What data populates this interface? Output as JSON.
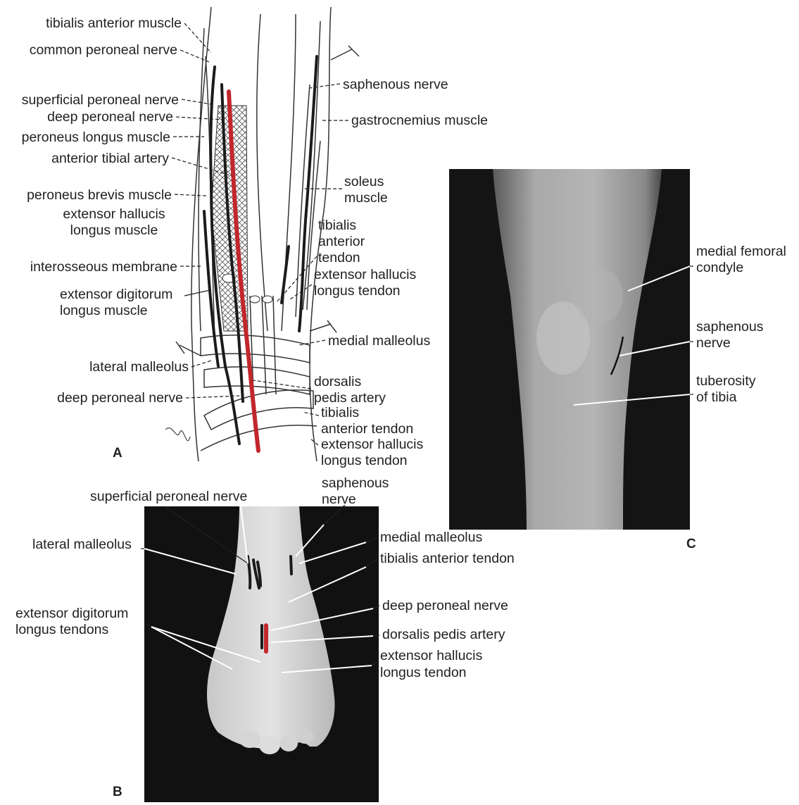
{
  "panels": {
    "a": {
      "letter": "A",
      "labels": {
        "tibialis_anterior_muscle": "tibialis anterior muscle",
        "common_peroneal_nerve": "common peroneal nerve",
        "superficial_peroneal_nerve": "superficial peroneal nerve",
        "deep_peroneal_nerve_top": "deep peroneal nerve",
        "peroneus_longus_muscle": "peroneus longus muscle",
        "anterior_tibial_artery": "anterior tibial artery",
        "peroneus_brevis_muscle": "peroneus brevis muscle",
        "extensor_hallucis_longus_muscle_1": "extensor hallucis",
        "extensor_hallucis_longus_muscle_2": "longus muscle",
        "interosseous_membrane": "interosseous membrane",
        "extensor_digitorum_longus_muscle_1": "extensor digitorum",
        "extensor_digitorum_longus_muscle_2": "longus muscle",
        "lateral_malleolus": "lateral malleolus",
        "deep_peroneal_nerve_bottom": "deep peroneal nerve",
        "saphenous_nerve": "saphenous nerve",
        "gastrocnemius_muscle": "gastrocnemius muscle",
        "soleus_1": "soleus",
        "soleus_2": "muscle",
        "tibialis_anterior_tendon_1": "tibialis",
        "tibialis_anterior_tendon_2": "anterior",
        "tibialis_anterior_tendon_3": "tendon",
        "extensor_hallucis_longus_tendon_1": "extensor hallucis",
        "extensor_hallucis_longus_tendon_2": "longus tendon",
        "medial_malleolus": "medial malleolus",
        "dorsalis_pedis_artery_1": "dorsalis",
        "dorsalis_pedis_artery_2": "pedis artery",
        "tibialis_anterior_tendon_low_1": "tibialis",
        "tibialis_anterior_tendon_low_2": "anterior tendon",
        "extensor_hallucis_longus_tendon_low_1": "extensor hallucis",
        "extensor_hallucis_longus_tendon_low_2": "longus tendon"
      }
    },
    "b": {
      "letter": "B",
      "labels": {
        "superficial_peroneal_nerve": "superficial peroneal nerve",
        "saphenous_nerve_1": "saphenous",
        "saphenous_nerve_2": "nerve",
        "lateral_malleolus": "lateral malleolus",
        "medial_malleolus": "medial malleolus",
        "tibialis_anterior_tendon": "tibialis anterior tendon",
        "extensor_digitorum_longus_tendons_1": "extensor digitorum",
        "extensor_digitorum_longus_tendons_2": "longus tendons",
        "deep_peroneal_nerve": "deep peroneal nerve",
        "dorsalis_pedis_artery": "dorsalis pedis artery",
        "extensor_hallucis_longus_tendon_1": "extensor hallucis",
        "extensor_hallucis_longus_tendon_2": "longus tendon"
      }
    },
    "c": {
      "letter": "C",
      "labels": {
        "medial_femoral_condyle_1": "medial femoral",
        "medial_femoral_condyle_2": "condyle",
        "saphenous_nerve_1": "saphenous",
        "saphenous_nerve_2": "nerve",
        "tuberosity_of_tibia_1": "tuberosity",
        "tuberosity_of_tibia_2": "of tibia"
      }
    }
  },
  "colors": {
    "artery": "#c1272d",
    "nerve": "#1b1b1b",
    "photo_background": "#141414",
    "text": "#231f20"
  }
}
